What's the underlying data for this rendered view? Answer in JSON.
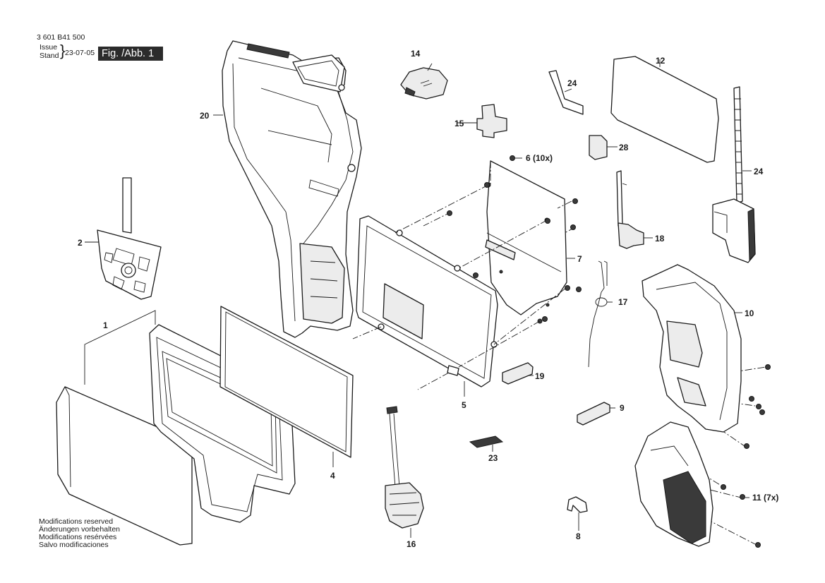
{
  "header": {
    "part_number": "3 601 B41 500",
    "issue_label_en": "Issue",
    "issue_label_de": "Stand",
    "date": "23-07-05",
    "figure_label": "Fig. /Abb. 1"
  },
  "notes": [
    "Modifications reserved",
    "Änderungen vorbehalten",
    "Modifications resérvées",
    "Salvo modificaciones"
  ],
  "callouts": {
    "p1": "1",
    "p2": "2",
    "p4": "4",
    "p5": "5",
    "p6": "6 (10x)",
    "p7": "7",
    "p8": "8",
    "p9": "9",
    "p10": "10",
    "p11": "11 (7x)",
    "p12": "12",
    "p14": "14",
    "p15": "15",
    "p16": "16",
    "p17": "17",
    "p18": "18",
    "p19": "19",
    "p20": "20",
    "p23": "23",
    "p24a": "24",
    "p24b": "24",
    "p28": "28"
  }
}
